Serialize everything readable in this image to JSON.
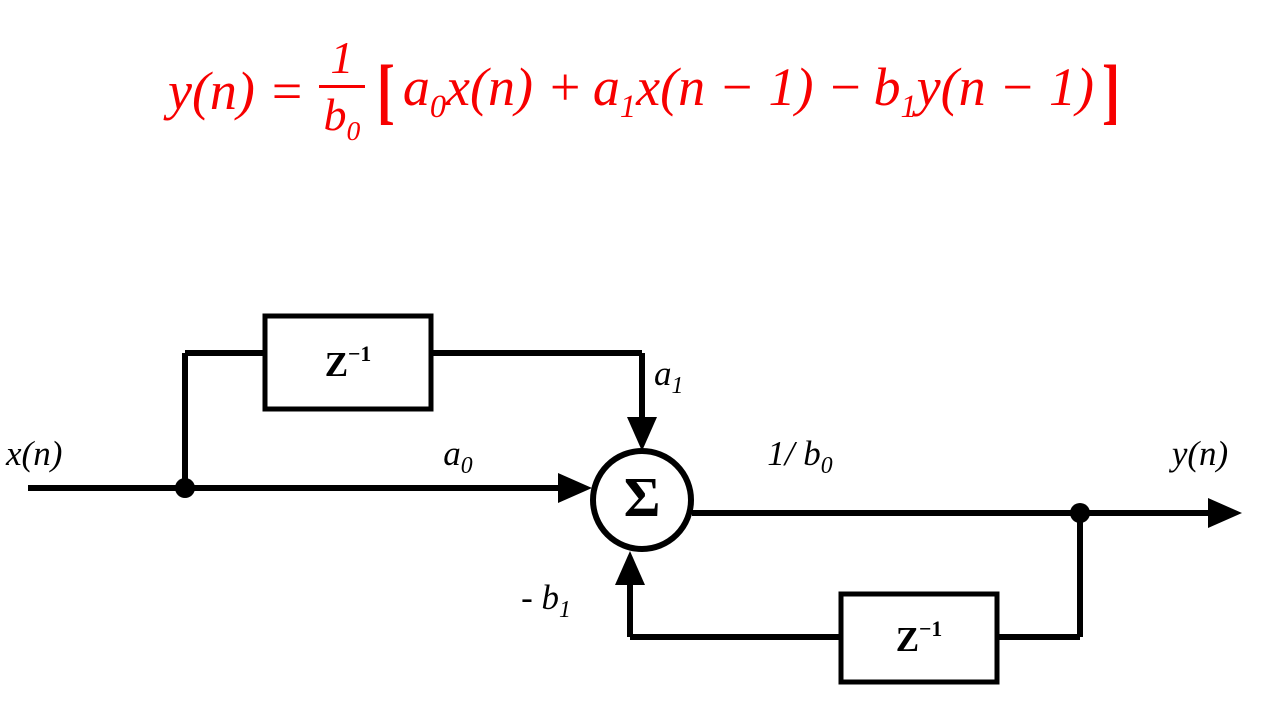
{
  "colors": {
    "equation_red": "#f70000",
    "ink": "#000000",
    "background": "#ffffff"
  },
  "equation": {
    "lhs": "y(n) =",
    "fraction": {
      "numerator": "1",
      "denominator_base": "b",
      "denominator_sub": "0"
    },
    "bracket_open": "[",
    "terms": [
      {
        "coef_base": "a",
        "coef_sub": "0",
        "rest": "x(n) +"
      },
      {
        "coef_base": "a",
        "coef_sub": "1",
        "rest": "x(n − 1) −"
      },
      {
        "coef_base": "b",
        "coef_sub": "1",
        "rest": "y(n − 1)"
      }
    ],
    "bracket_close": "]"
  },
  "diagram": {
    "input_label": "x(n)",
    "output_label": "y(n)",
    "summer_symbol": "Σ",
    "delay_top": {
      "base": "Z",
      "exp": "−1"
    },
    "delay_bottom": {
      "base": "Z",
      "exp": "−1"
    },
    "gains": {
      "a0": {
        "base": "a",
        "sub": "0"
      },
      "a1": {
        "base": "a",
        "sub": "1"
      },
      "inv_b0": {
        "base": "1/ b",
        "sub": "0"
      },
      "neg_b1": {
        "base": "- b",
        "sub": "1"
      }
    }
  }
}
